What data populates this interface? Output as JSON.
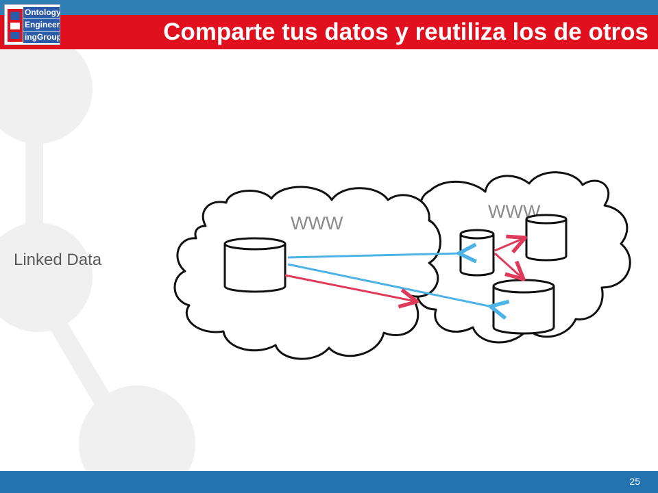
{
  "header": {
    "title": "Comparte tus datos y reutiliza los de otros",
    "logo_lines": [
      "Ontology",
      "Engineer",
      "ingGroup"
    ]
  },
  "side_label": "Linked Data",
  "diagram": {
    "cloud_left_label": "WWW",
    "cloud_right_label": "WWW"
  },
  "footer": {
    "page_number": "25"
  },
  "colors": {
    "title_bar": "#e0101e",
    "top_strip": "#2f7fb5",
    "bottom_bar": "#2473b1",
    "link_blue": "#4db3e6",
    "link_red": "#e03a5a"
  }
}
